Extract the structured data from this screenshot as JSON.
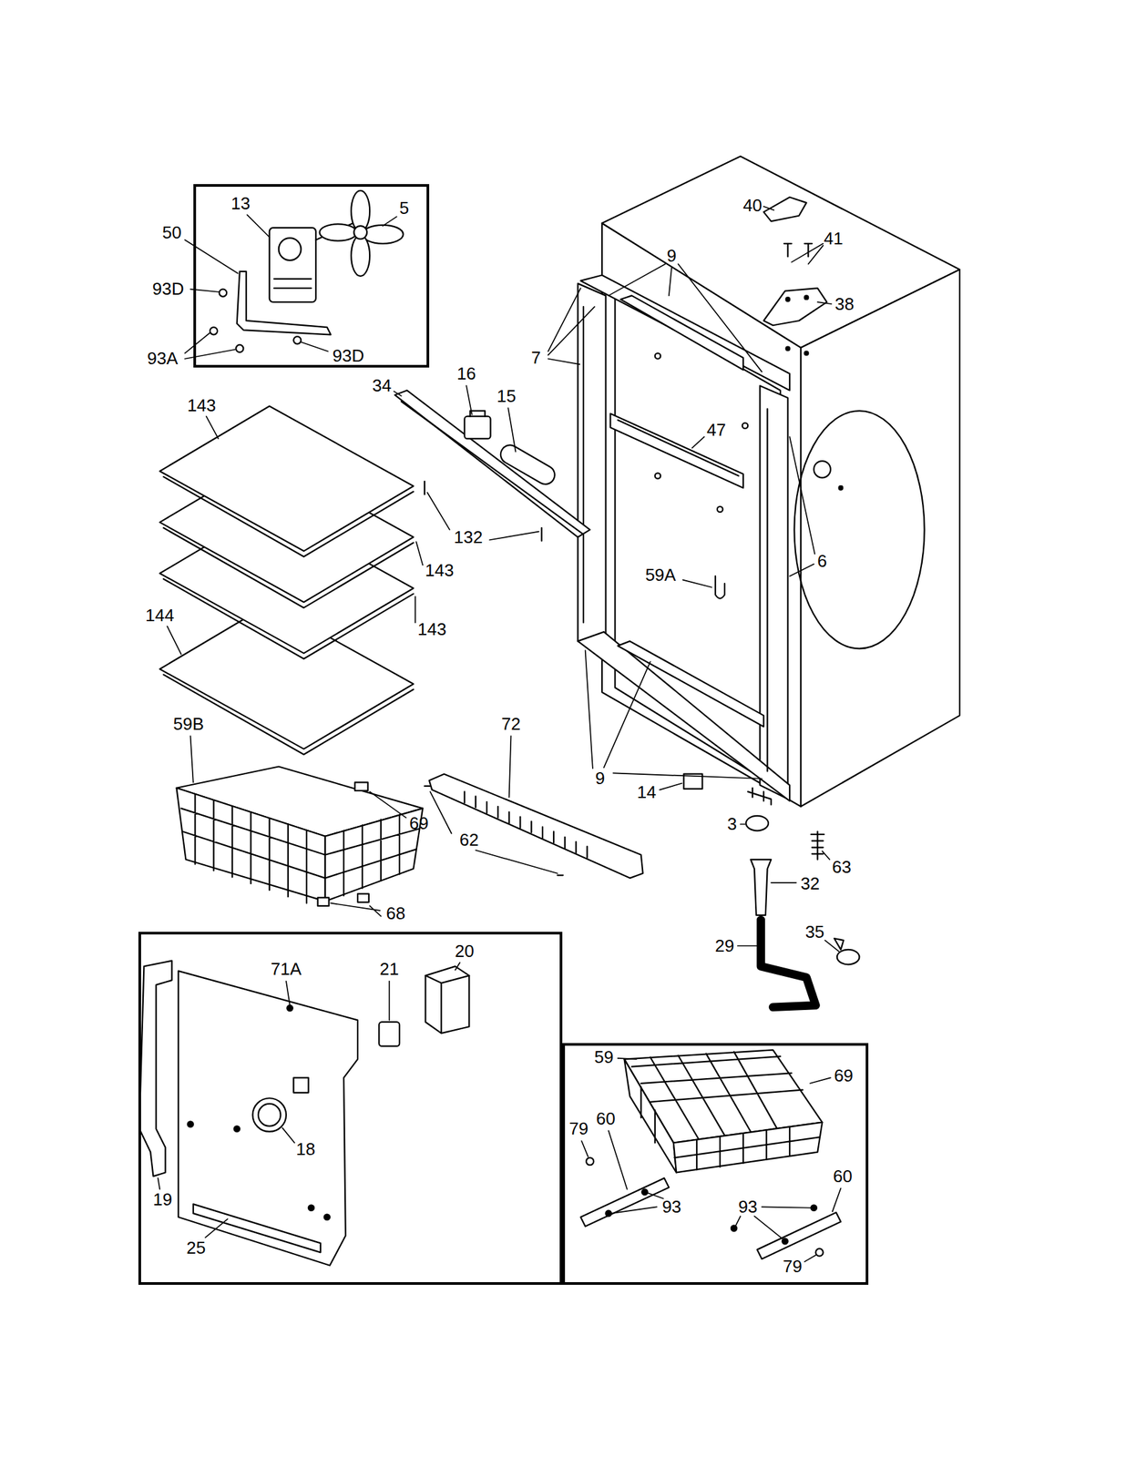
{
  "diagram": {
    "nodes": [
      {
        "text": [
          "13",
          "5",
          "50",
          "93D",
          "93D",
          "93A"
        ]
      },
      {
        "text": [
          "20",
          "71A",
          "21",
          "18",
          "19",
          "25"
        ]
      },
      {
        "text": [
          "59",
          "69",
          "60",
          "79",
          "60",
          "93",
          "93",
          "79"
        ]
      }
    ],
    "labels": [
      "40",
      "41",
      "9",
      "38",
      "7",
      "16",
      "34",
      "15",
      "143",
      "47",
      "132",
      "6",
      "143",
      "59A",
      "144",
      "143",
      "59B",
      "72",
      "9",
      "14",
      "69",
      "3",
      "62",
      "63",
      "32",
      "68",
      "35",
      "29"
    ]
  }
}
